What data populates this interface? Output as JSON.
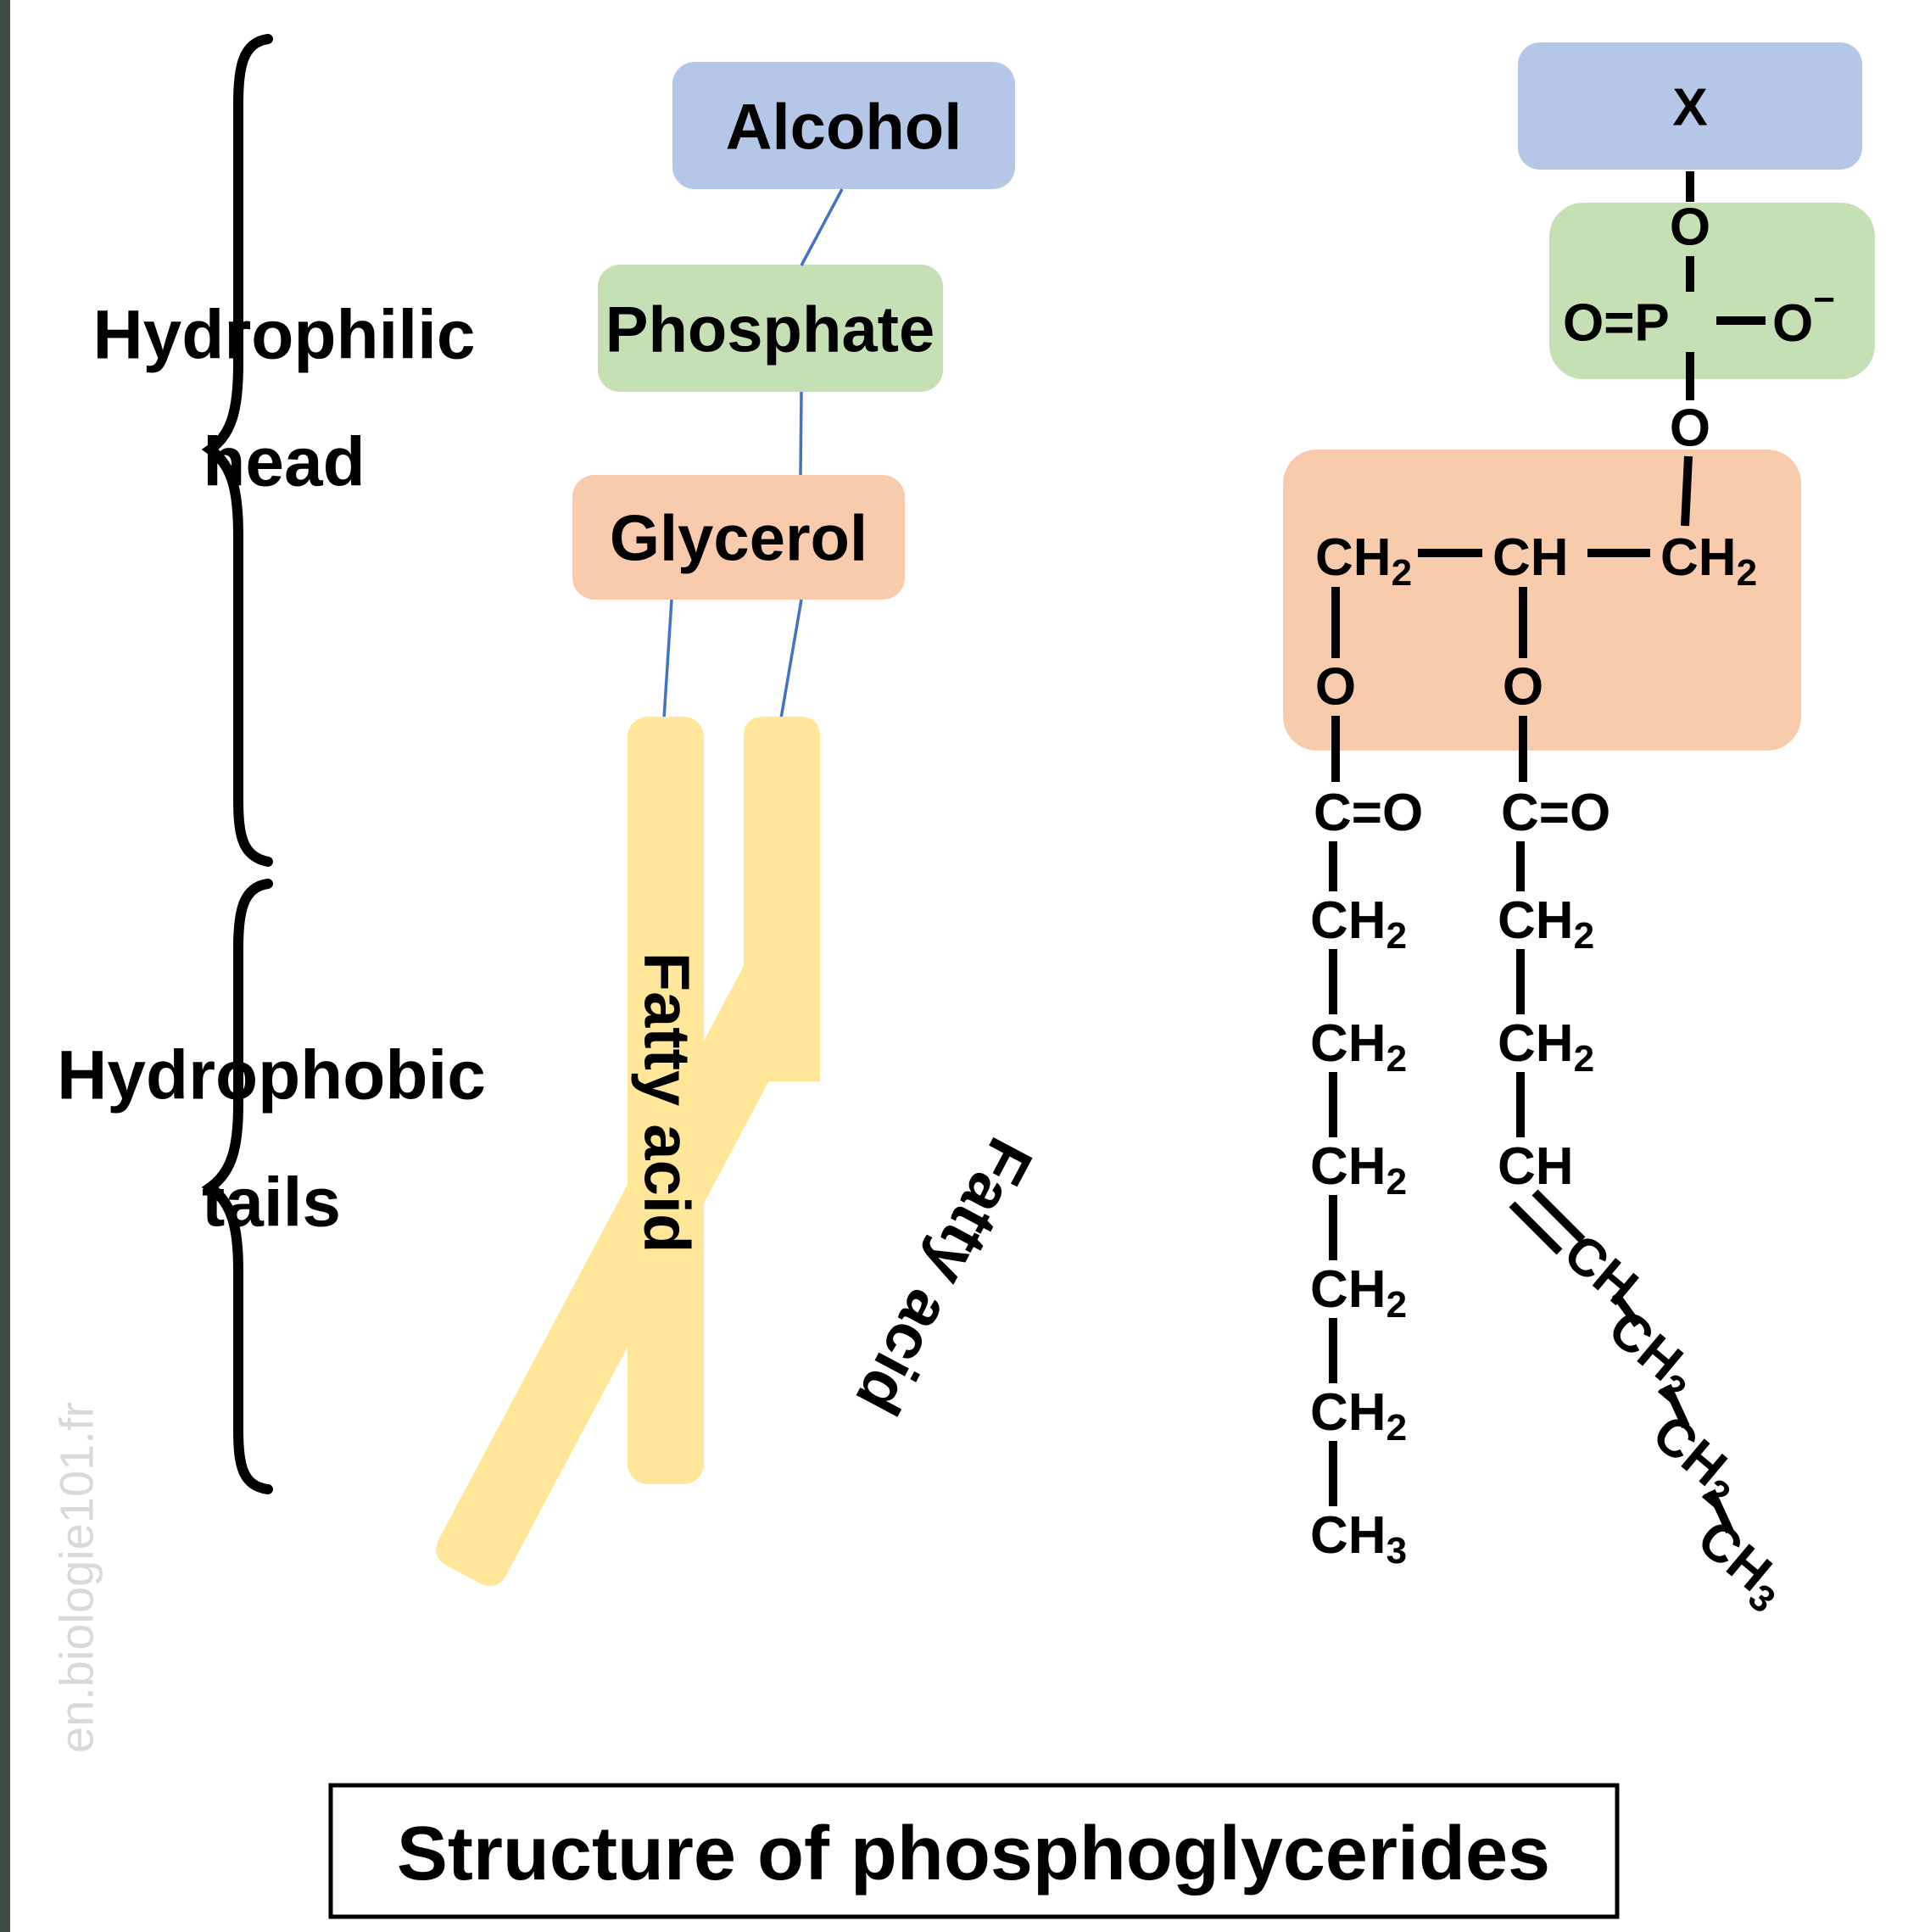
{
  "colors": {
    "blue": "#b4c7e7",
    "green": "#c5e0b4",
    "orange": "#f8cbad",
    "yellow": "#ffe699",
    "connector": "#4472c4",
    "left_border": "#3f4b42",
    "watermark": "#d9d9d9",
    "title_border": "#000000"
  },
  "labels": {
    "hydrophilic_line1": "Hydrophilic",
    "hydrophilic_line2": "head",
    "hydrophobic_line1": "Hydrophobic",
    "hydrophobic_line2": "tails"
  },
  "schematic": {
    "alcohol": "Alcohol",
    "phosphate": "Phosphate",
    "glycerol": "Glycerol",
    "fatty_acid_left": "Fatty acid",
    "fatty_acid_right": "Fatty acid"
  },
  "chem": {
    "x_group": "X",
    "o_top": "O",
    "p_row_left": "O=P",
    "p_row_o": "O",
    "p_row_minus": "−",
    "o_link": "O",
    "glycerol_row": [
      {
        "t": "CH",
        "s": "2"
      },
      {
        "t": "CH"
      },
      {
        "t": "CH",
        "s": "2"
      }
    ],
    "ester_o_left": "O",
    "ester_o_right": "O",
    "left_chain": [
      {
        "t": "C=O"
      },
      {
        "t": "CH",
        "s": "2"
      },
      {
        "t": "CH",
        "s": "2"
      },
      {
        "t": "CH",
        "s": "2"
      },
      {
        "t": "CH",
        "s": "2"
      },
      {
        "t": "CH",
        "s": "2"
      },
      {
        "t": "CH",
        "s": "3"
      }
    ],
    "right_chain": [
      {
        "t": "C=O"
      },
      {
        "t": "CH",
        "s": "2"
      },
      {
        "t": "CH",
        "s": "2"
      },
      {
        "t": "CH"
      }
    ],
    "right_diagonal": [
      {
        "t": "CH"
      },
      {
        "t": "CH",
        "s": "2"
      },
      {
        "t": "CH",
        "s": "2"
      },
      {
        "t": "CH",
        "s": "3"
      }
    ]
  },
  "title": "Structure of phosphoglycerides",
  "watermark": "en.biologie101.fr"
}
